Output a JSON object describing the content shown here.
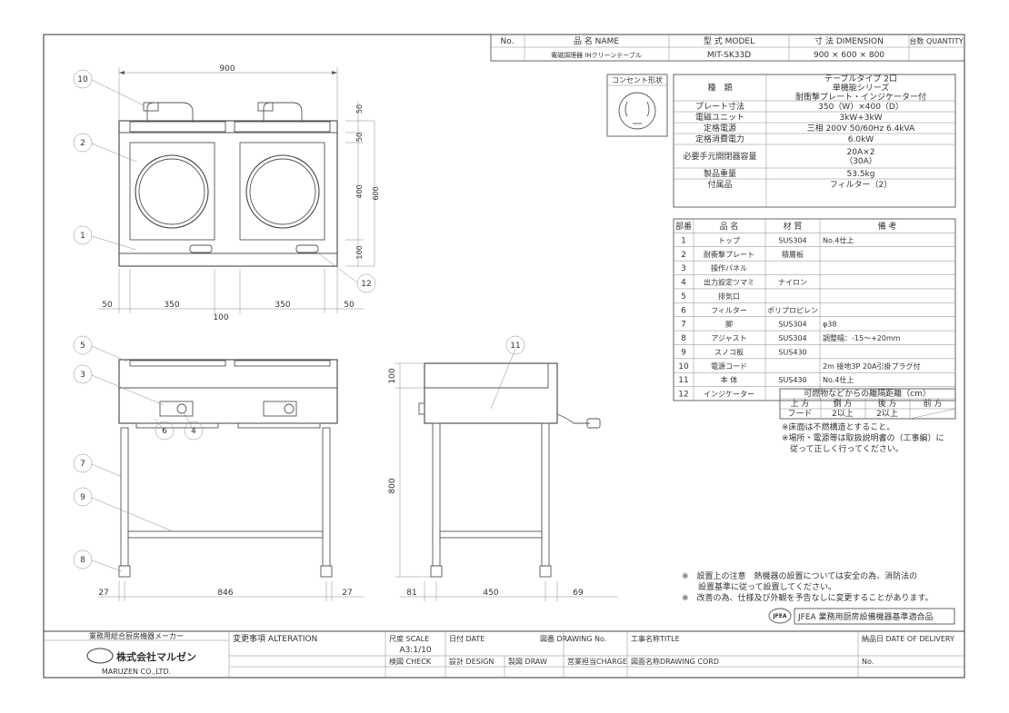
{
  "title_block": {
    "no_label": "No.",
    "name_header": "品 名 NAME",
    "model_header": "型 式 MODEL",
    "dimension_header": "寸 法 DIMENSION",
    "quantity_header": "台数 QUANTITY",
    "name_value": "電磁調理器 IHクリーンテーブル",
    "model_value": "MIT-SK33D",
    "dimension_value": "900 × 600 × 800"
  },
  "outlet_label": "コンセント形状",
  "spec_table": [
    {
      "label": "種　類",
      "value": "テーブルタイプ 2口\n単機能シリーズ\n耐衝撃プレート・インジケーター付"
    },
    {
      "label": "プレート寸法",
      "value": "350（W）×400（D）"
    },
    {
      "label": "電磁ユニット",
      "value": "3kW+3kW"
    },
    {
      "label": "定格電源",
      "value": "三相 200V 50/60Hz 6.4kVA"
    },
    {
      "label": "定格消費電力",
      "value": "6.0kW"
    },
    {
      "label": "必要手元開閉器容量",
      "value": "20A×2\n（30A）"
    },
    {
      "label": "製品重量",
      "value": "53.5kg"
    },
    {
      "label": "付属品",
      "value": "フィルター（2）"
    }
  ],
  "parts_header": {
    "no": "部番",
    "name": "品 名",
    "material": "材 質",
    "note": "備 考"
  },
  "parts": [
    {
      "no": "1",
      "name": "トップ",
      "material": "SUS304",
      "note": "No.4仕上"
    },
    {
      "no": "2",
      "name": "耐衝撃プレート",
      "material": "積層板",
      "note": ""
    },
    {
      "no": "3",
      "name": "操作パネル",
      "material": "",
      "note": ""
    },
    {
      "no": "4",
      "name": "出力設定ツマミ",
      "material": "ナイロン",
      "note": ""
    },
    {
      "no": "5",
      "name": "排気口",
      "material": "",
      "note": ""
    },
    {
      "no": "6",
      "name": "フィルター",
      "material": "ポリプロピレン",
      "note": ""
    },
    {
      "no": "7",
      "name": "脚",
      "material": "SUS304",
      "note": "φ38"
    },
    {
      "no": "8",
      "name": "アジャスト",
      "material": "SUS304",
      "note": "調整幅：-15～+20mm"
    },
    {
      "no": "9",
      "name": "スノコ板",
      "material": "SUS430",
      "note": ""
    },
    {
      "no": "10",
      "name": "電源コード",
      "material": "",
      "note": "2m 接地3P 20A引掛プラグ付"
    },
    {
      "no": "11",
      "name": "本 体",
      "material": "SUS430",
      "note": "No.4仕上"
    },
    {
      "no": "12",
      "name": "インジケーター",
      "material": "",
      "note": ""
    }
  ],
  "clearance": {
    "title": "可燃物などからの離隔距離（cm）",
    "headers": [
      "上 方",
      "側 方",
      "後 方",
      "前 方"
    ],
    "values": [
      "フード",
      "2以上",
      "2以上",
      ""
    ],
    "notes": [
      "※床面は不燃構造とすること。",
      "※場所・電源等は取扱説明書の（工事編）に",
      "　従って正しく行ってください。"
    ]
  },
  "bottom_notes": [
    "※　設置上の注意　熱機器の設置については安全の為、消防法の",
    "　　設置基準に従って設置してください。",
    "※　改善の為、仕様及び外観を予告なしに変更することがあります。"
  ],
  "jfea": {
    "logo": "JFEA",
    "text": "JFEA 業務用厨房設備機器基準適合品"
  },
  "footer": {
    "maker_label": "業務用総合厨房機器メーカー",
    "company_jp": "株式会社マルゼン",
    "company_en": "MARUZEN CO.,LTD.",
    "alteration": "変更事項 ALTERATION",
    "scale_label": "尺度 SCALE",
    "scale_value": "A3:1/10",
    "date_label": "日付 DATE",
    "drawing_no_label": "図番 DRAWING No.",
    "title_label": "工事名称TITLE",
    "delivery_label": "納品日 DATE OF DELIVERY",
    "check_label": "検図 CHECK",
    "design_label": "設計 DESIGN",
    "draw_label": "製図 DRAW",
    "charge_label": "営業担当CHARGE",
    "cord_label": "図面名称DRAWING CORD",
    "no_label": "No."
  },
  "dimensions": {
    "top_width": "900",
    "d50a": "50",
    "d50b": "50",
    "d400": "400",
    "d600": "600",
    "d100": "100",
    "b50l": "50",
    "b350l": "350",
    "b100": "100",
    "b350r": "350",
    "b50r": "50",
    "s100": "100",
    "s800": "800",
    "f27l": "27",
    "f846": "846",
    "f27r": "27",
    "sv81": "81",
    "sv450": "450",
    "sv69": "69"
  },
  "callouts": [
    "1",
    "2",
    "3",
    "4",
    "5",
    "6",
    "7",
    "8",
    "9",
    "10",
    "11",
    "12"
  ]
}
